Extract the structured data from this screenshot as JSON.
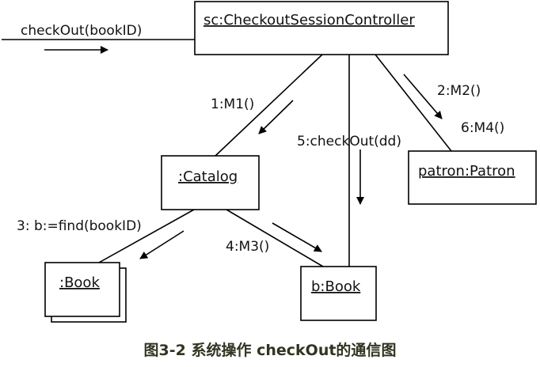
{
  "diagram": {
    "type": "UML communication diagram",
    "objects": {
      "controller": "sc:CheckoutSessionController",
      "catalog": ":Catalog",
      "patron": "patron:Patron",
      "book_multi": ":Book",
      "book_single": "b:Book"
    },
    "messages": {
      "incoming": "checkOut(bookID)",
      "m1": "1:M1()",
      "m2": "2:M2()",
      "m3_find": "3: b:=find(bookID)",
      "m4": "4:M3()",
      "m5": "5:checkOut(dd)",
      "m6": "6:M4()"
    },
    "links": [
      {
        "from": "actor",
        "to": "controller",
        "messages": [
          "checkOut(bookID)"
        ]
      },
      {
        "from": "controller",
        "to": "catalog",
        "messages": [
          "1:M1()"
        ]
      },
      {
        "from": "controller",
        "to": "patron",
        "messages": [
          "2:M2()",
          "6:M4()"
        ]
      },
      {
        "from": "controller",
        "to": "book_single",
        "messages": [
          "5:checkOut(dd)"
        ]
      },
      {
        "from": "catalog",
        "to": "book_multi",
        "messages": [
          "3: b:=find(bookID)"
        ]
      },
      {
        "from": "catalog",
        "to": "book_single",
        "messages": [
          "4:M3()"
        ]
      }
    ]
  },
  "caption": "图3-2 系统操作 checkOut的通信图"
}
